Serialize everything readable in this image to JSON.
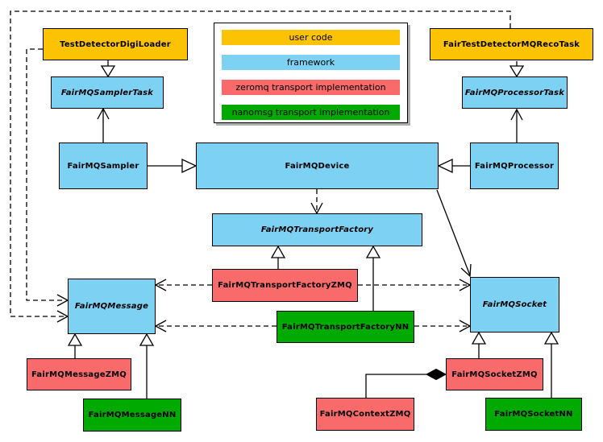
{
  "colors": {
    "user_code": "#FCC305",
    "framework": "#7DD2F3",
    "zeromq": "#F96B6B",
    "nanomsg": "#00AA00",
    "border": "#000000",
    "background": "#FFFFFF"
  },
  "legend": {
    "items": [
      {
        "label": "user code"
      },
      {
        "label": "framework"
      },
      {
        "label": "zeromq transport implementation"
      },
      {
        "label": "nanomsg transport implementation"
      }
    ]
  },
  "nodes": {
    "testDetectorDigiLoader": {
      "label": "TestDetectorDigiLoader",
      "category": "user_code",
      "abstract": false
    },
    "fairTestDetectorMQRecoTask": {
      "label": "FairTestDetectorMQRecoTask",
      "category": "user_code",
      "abstract": false
    },
    "fairMQSamplerTask": {
      "label": "FairMQSamplerTask",
      "category": "framework",
      "abstract": true
    },
    "fairMQProcessorTask": {
      "label": "FairMQProcessorTask",
      "category": "framework",
      "abstract": true
    },
    "fairMQSampler": {
      "label": "FairMQSampler",
      "category": "framework",
      "abstract": false
    },
    "fairMQDevice": {
      "label": "FairMQDevice",
      "category": "framework",
      "abstract": false
    },
    "fairMQProcessor": {
      "label": "FairMQProcessor",
      "category": "framework",
      "abstract": false
    },
    "fairMQTransportFactory": {
      "label": "FairMQTransportFactory",
      "category": "framework",
      "abstract": true
    },
    "fairMQTransportFactoryZMQ": {
      "label": "FairMQTransportFactoryZMQ",
      "category": "zeromq",
      "abstract": false
    },
    "fairMQTransportFactoryNN": {
      "label": "FairMQTransportFactoryNN",
      "category": "nanomsg",
      "abstract": false
    },
    "fairMQMessage": {
      "label": "FairMQMessage",
      "category": "framework",
      "abstract": true
    },
    "fairMQSocket": {
      "label": "FairMQSocket",
      "category": "framework",
      "abstract": true
    },
    "fairMQMessageZMQ": {
      "label": "FairMQMessageZMQ",
      "category": "zeromq",
      "abstract": false
    },
    "fairMQMessageNN": {
      "label": "FairMQMessageNN",
      "category": "nanomsg",
      "abstract": false
    },
    "fairMQContextZMQ": {
      "label": "FairMQContextZMQ",
      "category": "zeromq",
      "abstract": false
    },
    "fairMQSocketZMQ": {
      "label": "FairMQSocketZMQ",
      "category": "zeromq",
      "abstract": false
    },
    "fairMQSocketNN": {
      "label": "FairMQSocketNN",
      "category": "nanomsg",
      "abstract": false
    }
  },
  "edges": [
    {
      "from": "TestDetectorDigiLoader",
      "to": "FairMQSamplerTask",
      "type": "inheritance"
    },
    {
      "from": "FairTestDetectorMQRecoTask",
      "to": "FairMQProcessorTask",
      "type": "inheritance"
    },
    {
      "from": "FairMQSampler",
      "to": "FairMQDevice",
      "type": "inheritance"
    },
    {
      "from": "FairMQProcessor",
      "to": "FairMQDevice",
      "type": "inheritance"
    },
    {
      "from": "FairMQSampler",
      "to": "FairMQSamplerTask",
      "type": "association"
    },
    {
      "from": "FairMQProcessor",
      "to": "FairMQProcessorTask",
      "type": "association"
    },
    {
      "from": "FairMQDevice",
      "to": "FairMQTransportFactory",
      "type": "dependency"
    },
    {
      "from": "FairMQDevice",
      "to": "FairMQSocket",
      "type": "association"
    },
    {
      "from": "TestDetectorDigiLoader",
      "to": "FairMQMessage",
      "type": "dependency"
    },
    {
      "from": "FairTestDetectorMQRecoTask",
      "to": "FairMQMessage",
      "type": "dependency"
    },
    {
      "from": "FairMQTransportFactoryZMQ",
      "to": "FairMQTransportFactory",
      "type": "inheritance"
    },
    {
      "from": "FairMQTransportFactoryNN",
      "to": "FairMQTransportFactory",
      "type": "inheritance"
    },
    {
      "from": "FairMQTransportFactoryZMQ",
      "to": "FairMQMessage",
      "type": "dependency"
    },
    {
      "from": "FairMQTransportFactoryZMQ",
      "to": "FairMQSocket",
      "type": "dependency"
    },
    {
      "from": "FairMQTransportFactoryNN",
      "to": "FairMQMessage",
      "type": "dependency"
    },
    {
      "from": "FairMQTransportFactoryNN",
      "to": "FairMQSocket",
      "type": "dependency"
    },
    {
      "from": "FairMQMessageZMQ",
      "to": "FairMQMessage",
      "type": "inheritance"
    },
    {
      "from": "FairMQMessageNN",
      "to": "FairMQMessage",
      "type": "inheritance"
    },
    {
      "from": "FairMQSocketZMQ",
      "to": "FairMQSocket",
      "type": "inheritance"
    },
    {
      "from": "FairMQSocketNN",
      "to": "FairMQSocket",
      "type": "inheritance"
    },
    {
      "from": "FairMQContextZMQ",
      "to": "FairMQSocketZMQ",
      "type": "composition"
    }
  ]
}
